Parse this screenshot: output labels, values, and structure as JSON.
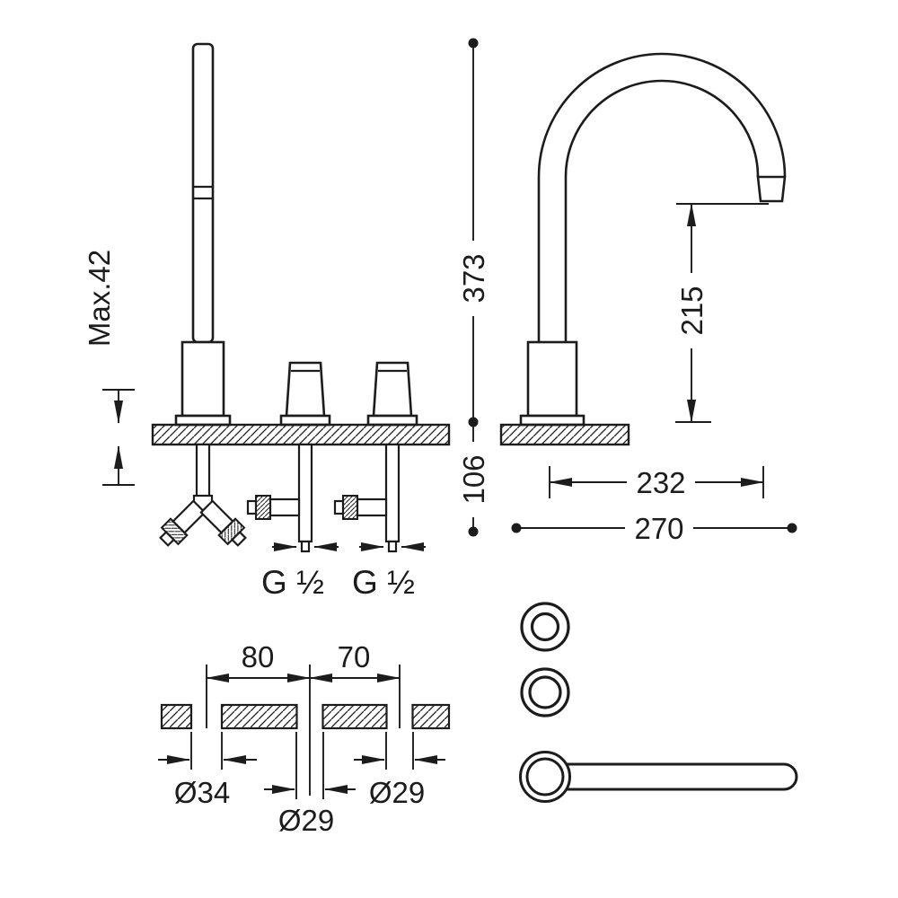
{
  "drawing_labels": {
    "front": {
      "max_thickness": "Max.42",
      "inlet_left": "G ½",
      "inlet_right": "G ½"
    },
    "side": {
      "total_height": "373",
      "spout_height": "215",
      "below_deck": "106",
      "spout_reach": "232",
      "overall_width": "270"
    },
    "plan": {
      "center_distance_left": "80",
      "center_distance_right": "70",
      "hole_diameter_left": "Ø34",
      "hole_diameter_center": "Ø29",
      "hole_diameter_right": "Ø29"
    }
  },
  "colors": {
    "line": "#1c1c1c",
    "background": "#ffffff"
  }
}
